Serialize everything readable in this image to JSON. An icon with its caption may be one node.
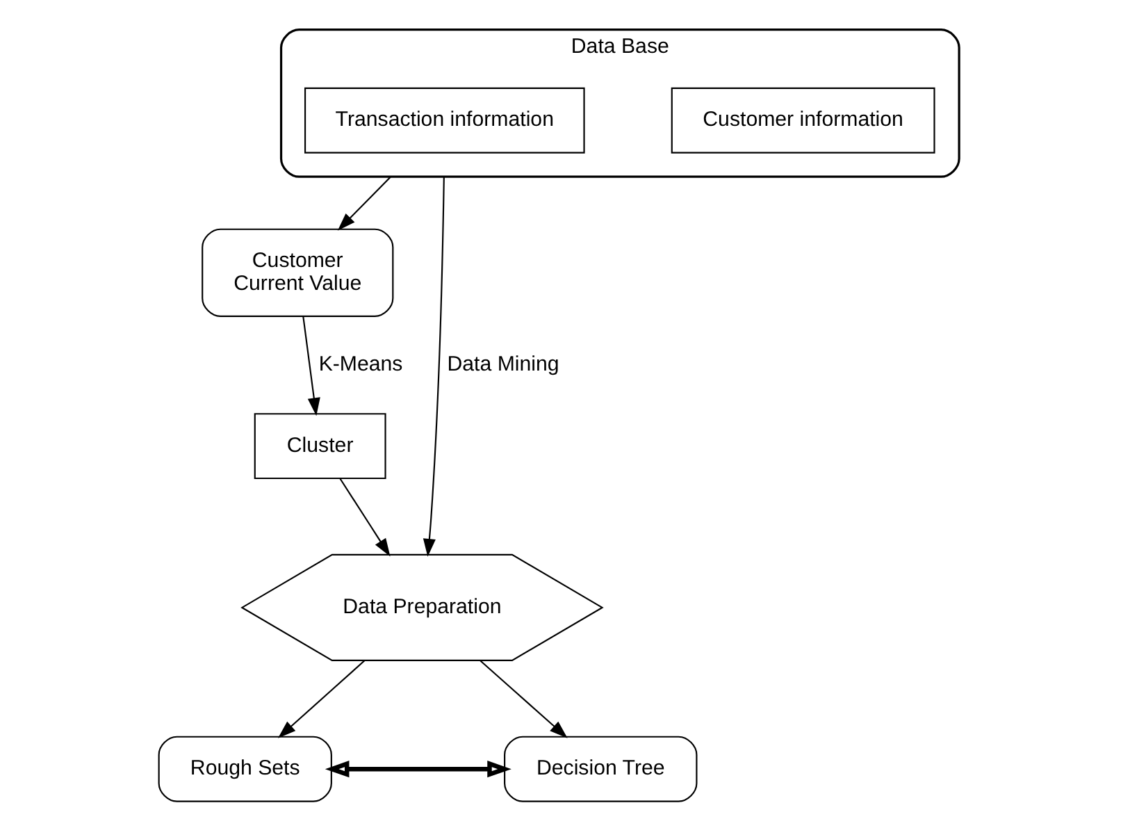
{
  "diagram": {
    "nodes": [
      {
        "text": [
          "Data Base"
        ]
      },
      {
        "text": [
          "Customer information"
        ],
        "in": 0
      },
      {
        "text": [
          "Transaction information"
        ],
        "in": 0
      },
      {
        "text": [
          "Customer",
          "Current Value"
        ]
      },
      {
        "text": [
          "Data Preparation"
        ]
      },
      {
        "text": [
          "Cluster"
        ]
      },
      {
        "text": [
          "Rough Sets"
        ]
      },
      {
        "text": [
          "Decision Tree"
        ]
      }
    ],
    "edges": [
      {
        "from": 0,
        "to": 3,
        "arrow": "to"
      },
      {
        "from": 0,
        "to": 4,
        "arrow": "to",
        "label": "Data Mining"
      },
      {
        "from": 3,
        "to": 5,
        "arrow": "to",
        "label": "K-Means"
      },
      {
        "from": 5,
        "to": 4,
        "arrow": "to"
      },
      {
        "from": 4,
        "to": 6,
        "arrow": "to"
      },
      {
        "from": 4,
        "to": 7,
        "arrow": "to"
      },
      {
        "from": 6,
        "to": 7,
        "arrow": "both",
        "style": "thick"
      }
    ]
  }
}
